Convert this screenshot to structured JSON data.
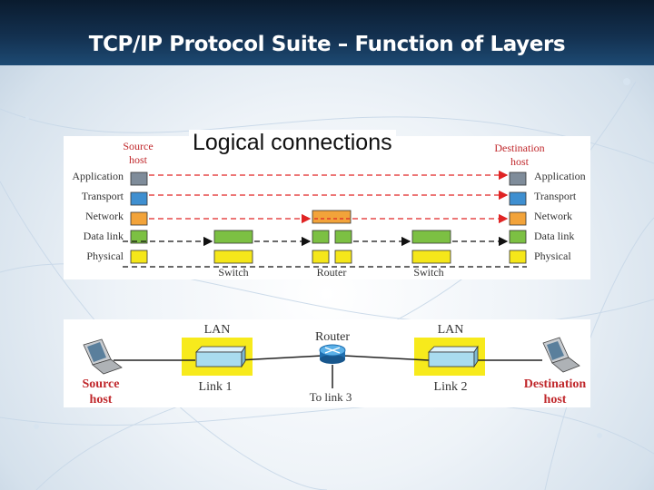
{
  "slide": {
    "title": "TCP/IP Protocol Suite – Function of Layers",
    "subtitle": "Logical connections"
  },
  "top_diagram": {
    "source_label": [
      "Source",
      "host"
    ],
    "destination_label": [
      "Destination",
      "host"
    ],
    "layers": [
      "Application",
      "Transport",
      "Network",
      "Data link",
      "Physical"
    ],
    "devices": [
      "Switch",
      "Router",
      "Switch"
    ]
  },
  "bottom_diagram": {
    "lan_left": "LAN",
    "lan_right": "LAN",
    "router": "Router",
    "link_left": "Link 1",
    "link_right": "Link 2",
    "to_link": "To link 3",
    "source_label": [
      "Source",
      "host"
    ],
    "destination_label": [
      "Destination",
      "host"
    ]
  },
  "colors": {
    "application": "#7f8c9a",
    "transport": "#3f8fd0",
    "network": "#f2a33a",
    "datalink": "#7cc043",
    "physical": "#f5e71a",
    "logical_arrow": "#e02424",
    "label_red": "#c0282c",
    "lan_highlight": "#f7ea1c"
  }
}
